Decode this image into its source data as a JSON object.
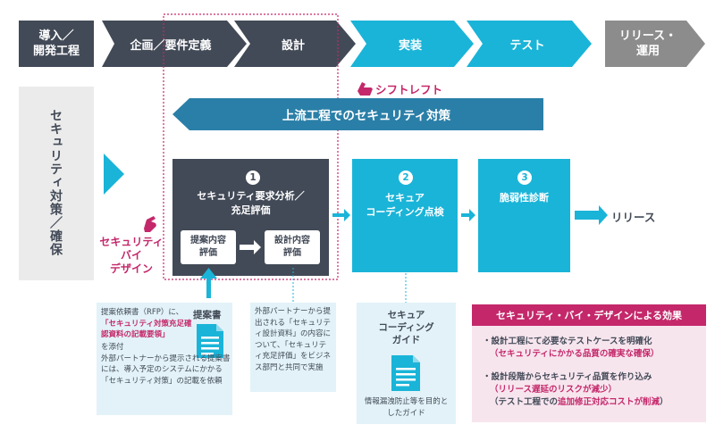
{
  "colors": {
    "dark": "#424a57",
    "cyan": "#1ab4d8",
    "gray": "#8c8c8c",
    "light_gray": "#ebebeb",
    "light_blue": "#e2f2f8",
    "pink": "#c4286a",
    "light_pink": "#f7e5ee"
  },
  "phases": [
    "導入／\n開発工程",
    "企画／要件定義",
    "設計",
    "実装",
    "テスト",
    "リリース・\n運用"
  ],
  "side_label": "セキュリティ対策／確保",
  "shift_left": "シフトレフト",
  "upstream_label": "上流工程でのセキュリティ対策",
  "security_by_design": "セキュリティ\nバイ\nデザイン",
  "steps": [
    {
      "num": "1",
      "title": "セキュリティ要求分析／\n充足評価"
    },
    {
      "num": "2",
      "title": "セキュア\nコーディング点検"
    },
    {
      "num": "3",
      "title": "脆弱性診断"
    }
  ],
  "sub_boxes": [
    "提案内容\n評価",
    "設計内容\n評価"
  ],
  "release": "リリース",
  "proposal": {
    "doc_label": "提案書",
    "text1": "提案依頼書（RFP）に、",
    "text_pink": "「セキュリティ対策充足確認資料の記載要領」",
    "text2": "を添付\n外部パートナーから提示される提案書には、導入予定のシステムにかかる「セキュリティ対策」の記載を依頼"
  },
  "design_note": "外部パートナーから提出される「セキュリティ設計資料」の内容について、「セキュリティ充足評価」をビジネス部門と共同で実施",
  "guide": {
    "title": "セキュア\nコーディング\nガイド",
    "caption": "情報漏洩防止等を目的としたガイド"
  },
  "effects": {
    "header": "セキュリティ・バイ・デザインによる効果",
    "item1": "・設計工程にて必要なテストケースを明確化",
    "item1_pink": "（セキュリティにかかる品質の確実な確保）",
    "item2": "・設計段階からセキュリティ品質を作り込み",
    "item2_pink": "（リリース遅延のリスクが減少）",
    "item3_pre": "（テスト工程での",
    "item3_pink": "追加修正対応コストが削減",
    "item3_post": "）"
  }
}
